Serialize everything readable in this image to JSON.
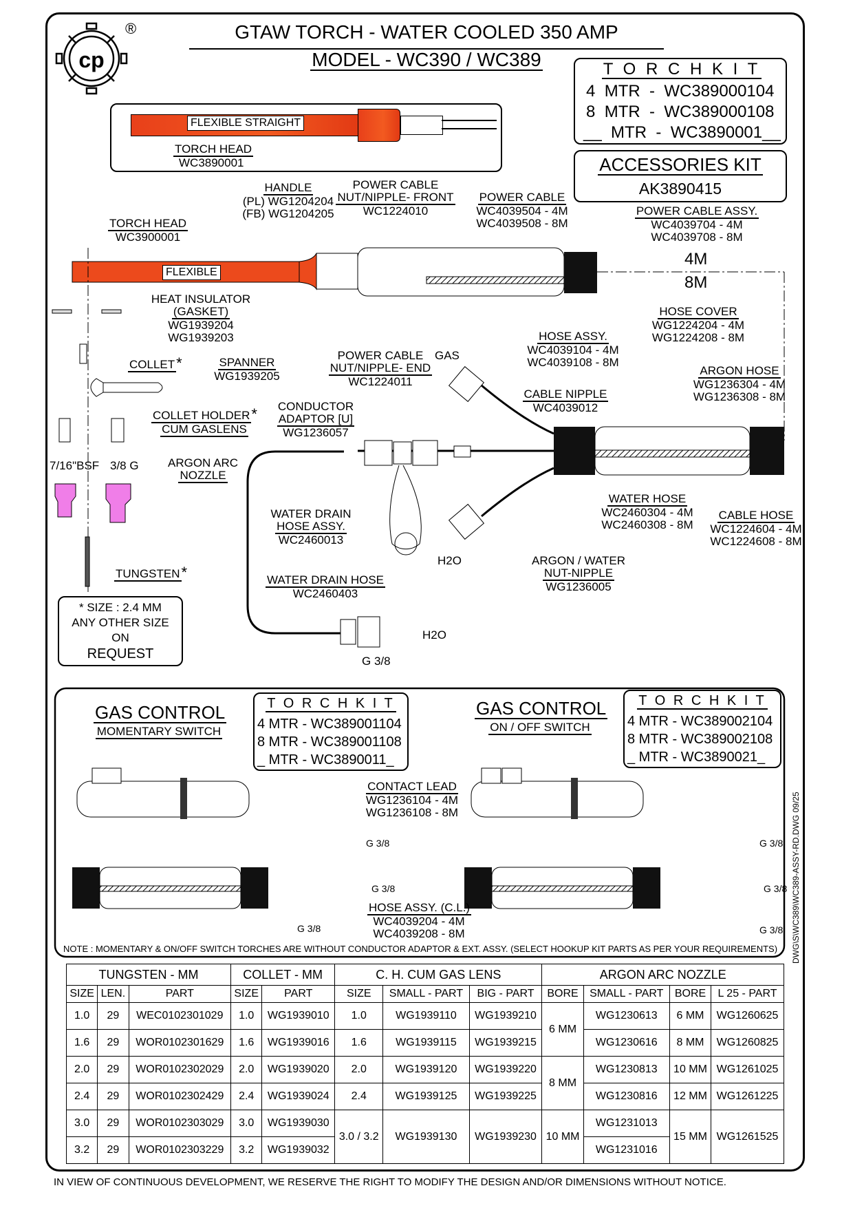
{
  "header": {
    "title": "GTAW TORCH - WATER COOLED 350 AMP",
    "model": "MODEL - WC390 / WC389",
    "registered_mark": "®"
  },
  "torch_kit": {
    "heading": "T O R C H   K I T",
    "rows": [
      {
        "len": "4",
        "unit": "MTR",
        "part": "WC389000104"
      },
      {
        "len": "8",
        "unit": "MTR",
        "part": "WC389000108"
      },
      {
        "len": "__",
        "unit": "MTR",
        "part": "WC3890001__"
      }
    ]
  },
  "accessories_kit": {
    "heading": "ACCESSORIES  KIT",
    "part": "AK3890415"
  },
  "flex_straight": {
    "tag": "FLEXIBLE STRAIGHT",
    "label": "TORCH HEAD",
    "part": "WC3890001"
  },
  "labels": {
    "handle": {
      "title": "HANDLE",
      "lines": [
        "(PL) WG1204204",
        "(FB) WG1204205"
      ]
    },
    "power_cable_front": {
      "title1": "POWER CABLE",
      "title2": "NUT/NIPPLE- FRONT",
      "part": "WC1224010"
    },
    "power_cable": {
      "title": "POWER CABLE",
      "lines": [
        "WC4039504 - 4M",
        "WC4039508 - 8M"
      ]
    },
    "power_cable_assy": {
      "title": "POWER  CABLE ASSY.",
      "lines": [
        "WC4039704 - 4M",
        "WC4039708 - 8M"
      ]
    },
    "len_4m": "4M",
    "len_8m": "8M",
    "torch_head": {
      "title": "TORCH HEAD",
      "part": "WC3900001"
    },
    "flexible_tag": "FLEXIBLE",
    "heat_insulator": {
      "title1": "HEAT INSULATOR",
      "title2": "(GASKET)",
      "lines": [
        "WG1939204",
        "WG1939203"
      ]
    },
    "hose_cover": {
      "title": "HOSE COVER",
      "lines": [
        "WG1224204 - 4M",
        "WG1224208 - 8M"
      ]
    },
    "hose_assy": {
      "title": "HOSE ASSY.",
      "lines": [
        "WC4039104 - 4M",
        "WC4039108 - 8M"
      ]
    },
    "collet": "COLLET",
    "spanner": {
      "title": "SPANNER",
      "part": "WG1939205"
    },
    "power_cable_end": {
      "title1": "POWER CABLE",
      "title2": "NUT/NIPPLE- END",
      "part": "WC1224011"
    },
    "gas": "GAS",
    "argon_hose": {
      "title": "ARGON HOSE",
      "lines": [
        "WG1236304 - 4M",
        "WG1236308 - 8M"
      ]
    },
    "cable_nipple": {
      "title": "CABLE NIPPLE",
      "part": "WC4039012"
    },
    "collet_holder": {
      "title1": "COLLET  HOLDER",
      "title2": "CUM  GASLENS"
    },
    "conductor_adaptor": {
      "title1": "CONDUCTOR",
      "title2": "ADAPTOR [U]",
      "part": "WG1236057"
    },
    "thread_bsf": "7/16\"BSF",
    "thread_g": "3/8 G",
    "argon_arc_nozzle": {
      "title1": "ARGON ARC",
      "title2": "NOZZLE"
    },
    "water_hose": {
      "title": "WATER HOSE",
      "lines": [
        "WC2460304 - 4M",
        "WC2460308 - 8M"
      ]
    },
    "cable_hose": {
      "title": "CABLE HOSE",
      "lines": [
        "WC1224604 - 4M",
        "WC1224608 - 8M"
      ]
    },
    "water_drain_assy": {
      "title1": "WATER DRAIN",
      "title2": "HOSE ASSY.",
      "part": "WC2460013"
    },
    "h2o_in": "H2O",
    "argon_water_nut": {
      "title1": "ARGON / WATER",
      "title2": "NUT-NIPPLE",
      "part": "WG1236005"
    },
    "tungsten": "TUNGSTEN",
    "water_drain_hose": {
      "title": "WATER DRAIN HOSE",
      "part": "WC2460403"
    },
    "h2o_out": "H2O",
    "g38": "G 3/8",
    "asterisk": "*"
  },
  "size_note": {
    "lines": [
      "*  SIZE  :  2.4 MM",
      "ANY  OTHER  SIZE",
      "ON",
      "REQUEST"
    ]
  },
  "gas_control_momentary": {
    "title": "GAS CONTROL",
    "subtitle": "MOMENTARY  SWITCH",
    "kit_heading": "T O R C H   K I T",
    "kit_rows": [
      "4  MTR - WC389001104",
      "8  MTR - WC389001108",
      "_  MTR - WC3890011_"
    ]
  },
  "gas_control_onoff": {
    "title": "GAS CONTROL",
    "subtitle": "ON  /  OFF  SWITCH",
    "kit_heading": "T O R C H   K I T",
    "kit_rows": [
      "4  MTR - WC389002104",
      "8  MTR - WC389002108",
      "_  MTR - WC3890021_"
    ]
  },
  "contact_lead": {
    "title": "CONTACT  LEAD",
    "lines": [
      "WG1236104 - 4M",
      "WG1236108 - 8M"
    ]
  },
  "hose_assy_cl": {
    "title": "HOSE ASSY.  (C.L.)",
    "lines": [
      "WC4039204 - 4M",
      "WC4039208 - 8M"
    ]
  },
  "g38_labels": [
    "G 3/8",
    "G 3/8",
    "G 3/8",
    "G 3/8",
    "G 3/8",
    "G 3/8"
  ],
  "note": "NOTE : MOMENTARY & ON/OFF SWITCH TORCHES ARE WITHOUT CONDUCTOR ADAPTOR & EXT. ASSY. (SELECT HOOKUP KIT PARTS AS PER YOUR REQUIREMENTS)",
  "table": {
    "groups": [
      "TUNGSTEN - MM",
      "COLLET - MM",
      "C.  H.  CUM  GAS  LENS",
      "ARGON ARC  NOZZLE"
    ],
    "columns": [
      "SIZE",
      "LEN.",
      "PART",
      "SIZE",
      "PART",
      "SIZE",
      "SMALL - PART",
      "BIG - PART",
      "BORE",
      "SMALL - PART",
      "BORE",
      "L 25 - PART"
    ],
    "tungsten": [
      {
        "size": "1.0",
        "len": "29",
        "part": "WEC0102301029"
      },
      {
        "size": "1.6",
        "len": "29",
        "part": "WOR0102301629"
      },
      {
        "size": "2.0",
        "len": "29",
        "part": "WOR0102302029"
      },
      {
        "size": "2.4",
        "len": "29",
        "part": "WOR0102302429"
      },
      {
        "size": "3.0",
        "len": "29",
        "part": "WOR0102303029"
      },
      {
        "size": "3.2",
        "len": "29",
        "part": "WOR0102303229"
      }
    ],
    "collet": [
      {
        "size": "1.0",
        "part": "WG1939010"
      },
      {
        "size": "1.6",
        "part": "WG1939016"
      },
      {
        "size": "2.0",
        "part": "WG1939020"
      },
      {
        "size": "2.4",
        "part": "WG1939024"
      },
      {
        "size": "3.0",
        "part": "WG1939030"
      },
      {
        "size": "3.2",
        "part": "WG1939032"
      }
    ],
    "gas_lens": [
      {
        "size": "1.0",
        "small": "WG1939110",
        "big": "WG1939210"
      },
      {
        "size": "1.6",
        "small": "WG1939115",
        "big": "WG1939215"
      },
      {
        "size": "2.0",
        "small": "WG1939120",
        "big": "WG1939220"
      },
      {
        "size": "2.4",
        "small": "WG1939125",
        "big": "WG1939225"
      },
      {
        "size": "3.0 / 3.2",
        "small": "WG1939130",
        "big": "WG1939230"
      }
    ],
    "nozzle_small": [
      {
        "bore": "6 MM",
        "parts": [
          "WG1230613",
          "WG1230616"
        ]
      },
      {
        "bore": "8 MM",
        "parts": [
          "WG1230813",
          "WG1230816"
        ]
      },
      {
        "bore": "10 MM",
        "parts": [
          "WG1231013",
          "WG1231016"
        ]
      }
    ],
    "nozzle_l25": [
      {
        "bore": "6 MM",
        "part": "WG1260625"
      },
      {
        "bore": "8 MM",
        "part": "WG1260825"
      },
      {
        "bore": "10 MM",
        "part": "WG1261025"
      },
      {
        "bore": "12 MM",
        "part": "WG1261225"
      },
      {
        "bore": "15 MM",
        "part": "WG1261525"
      }
    ]
  },
  "side_code": "DWG\\S\\WC389\\WC389-ASSY-RD.DWG 09/25",
  "footer": "IN VIEW OF CONTINUOUS DEVELOPMENT, WE RESERVE THE RIGHT TO MODIFY THE DESIGN AND/OR DIMENSIONS WITHOUT NOTICE.",
  "colors": {
    "torch_red": "#e8401a",
    "nozzle_pink": "#f07ee8",
    "ink": "#000000"
  }
}
